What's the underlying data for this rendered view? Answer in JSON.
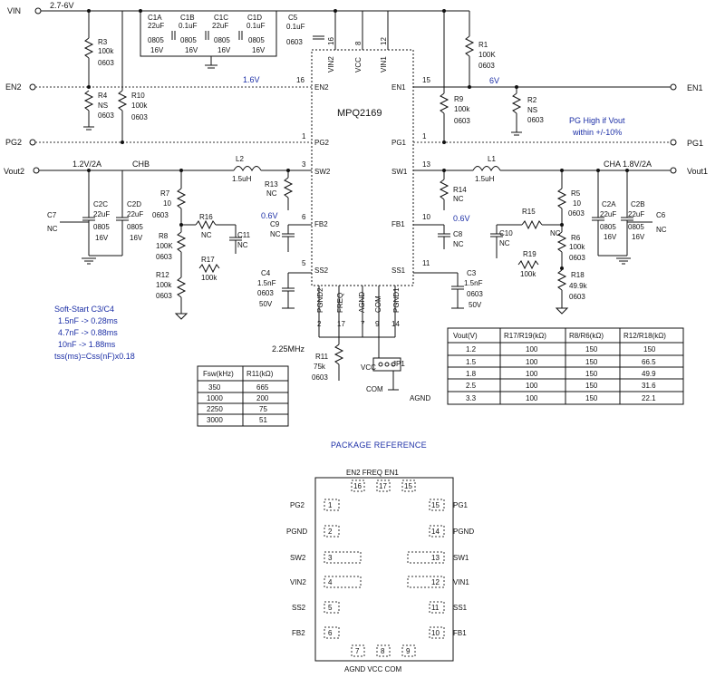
{
  "nets": {
    "vin": "VIN",
    "vin_range": "2.7-6V",
    "en2": "EN2",
    "pg2": "PG2",
    "vout2": "Vout2",
    "vout2_spec": "1.2V/2A",
    "chb": "CHB",
    "en1": "EN1",
    "pg1": "PG1",
    "vout1": "Vout1",
    "cha_spec": "CHA  1.8V/2A",
    "v16": "1.6V",
    "v6": "6V",
    "v06_left": "0.6V",
    "v06_right": "0.6V",
    "fsw": "2.25MHz"
  },
  "ic": {
    "name": "MPQ2169",
    "top_pins": [
      {
        "name": "VIN2",
        "num": "16"
      },
      {
        "name": "VCC",
        "num": "8"
      },
      {
        "name": "VIN1",
        "num": "12"
      }
    ],
    "left_pins": [
      {
        "name": "EN2",
        "num": "16"
      },
      {
        "name": "PG2",
        "num": "1"
      },
      {
        "name": "SW2",
        "num": "3"
      },
      {
        "name": "FB2",
        "num": "6"
      },
      {
        "name": "SS2",
        "num": "5"
      }
    ],
    "right_pins": [
      {
        "name": "EN1",
        "num": "15"
      },
      {
        "name": "PG1",
        "num": "1"
      },
      {
        "name": "SW1",
        "num": "13"
      },
      {
        "name": "FB1",
        "num": "10"
      }
    ],
    "right_ss": {
      "name": "SS1",
      "num": "11"
    },
    "bottom_pins": [
      {
        "name": "PGND2",
        "num": "2"
      },
      {
        "name": "FREQ",
        "num": "17"
      },
      {
        "name": "AGND",
        "num": "7"
      },
      {
        "name": "COM",
        "num": "9"
      },
      {
        "name": "PGND1",
        "num": "14"
      }
    ]
  },
  "components": {
    "c1a": [
      "C1A",
      "22uF",
      "0805",
      "16V"
    ],
    "c1b": [
      "C1B",
      "0.1uF",
      "0805",
      "16V"
    ],
    "c1c": [
      "C1C",
      "22uF",
      "0805",
      "16V"
    ],
    "c1d": [
      "C1D",
      "0.1uF",
      "0805",
      "16V"
    ],
    "c5": [
      "C5",
      "0.1uF",
      "0603"
    ],
    "r1": [
      "R1",
      "100K",
      "0603"
    ],
    "r3": [
      "R3",
      "100k",
      "0603"
    ],
    "r4": [
      "R4",
      "NS",
      "0603"
    ],
    "r10": [
      "R10",
      "100k",
      "0603"
    ],
    "r9": [
      "R9",
      "100k",
      "0603"
    ],
    "r2": [
      "R2",
      "NS",
      "0603"
    ],
    "l2": [
      "L2",
      "1.5uH"
    ],
    "l1": [
      "L1",
      "1.5uH"
    ],
    "r13": [
      "R13",
      "NC"
    ],
    "r14": [
      "R14",
      "NC"
    ],
    "c7": [
      "C7",
      "NC"
    ],
    "c2c": [
      "C2C",
      "22uF",
      "0805",
      "16V"
    ],
    "c2d": [
      "C2D",
      "22uF",
      "0805",
      "16V"
    ],
    "r7": [
      "R7",
      "10",
      "0603"
    ],
    "r16": [
      "R16",
      "NC"
    ],
    "c11": [
      "C11",
      "NC"
    ],
    "c9": [
      "C9",
      "NC"
    ],
    "r8": [
      "R8",
      "100K",
      "0603"
    ],
    "r17": [
      "R17",
      "100k"
    ],
    "r12": [
      "R12",
      "100k",
      "0603"
    ],
    "c4": [
      "C4",
      "1.5nF",
      "0603",
      "50V"
    ],
    "r5": [
      "R5",
      "10",
      "0603"
    ],
    "c2a": [
      "C2A",
      "22uF",
      "0805",
      "16V"
    ],
    "c2b": [
      "C2B",
      "22uF",
      "0805",
      "16V"
    ],
    "c6": [
      "C6",
      "NC"
    ],
    "r15": [
      "R15",
      "NC"
    ],
    "c10": [
      "C10",
      "NC"
    ],
    "c8": [
      "C8",
      "NC"
    ],
    "r19": [
      "R19",
      "100k"
    ],
    "r6": [
      "R6",
      "100k",
      "0603"
    ],
    "r18": [
      "R18",
      "49.9k",
      "0603"
    ],
    "c3": [
      "C3",
      "1.5nF",
      "0603",
      "50V"
    ],
    "r11": [
      "R11",
      "75k",
      "0603"
    ],
    "jp1": [
      "JP1",
      "VCC",
      "COM",
      "AGND"
    ]
  },
  "notes": {
    "pg_note": [
      "PG High if Vout",
      "within +/-10%"
    ],
    "softstart": [
      "Soft-Start C3/C4",
      "1.5nF -> 0.28ms",
      "4.7nF -> 0.88ms",
      "10nF -> 1.88ms",
      "tss(ms)=Css(nF)x0.18"
    ]
  },
  "freq_table": {
    "headers": [
      "Fsw(kHz)",
      "R11(kΩ)"
    ],
    "rows": [
      [
        "350",
        "665"
      ],
      [
        "1000",
        "200"
      ],
      [
        "2250",
        "75"
      ],
      [
        "3000",
        "51"
      ]
    ]
  },
  "vout_table": {
    "headers": [
      "Vout(V)",
      "R17/R19(kΩ)",
      "R8/R6(kΩ)",
      "R12/R18(kΩ)"
    ],
    "rows": [
      [
        "1.2",
        "100",
        "150",
        "150"
      ],
      [
        "1.5",
        "100",
        "150",
        "66.5"
      ],
      [
        "1.8",
        "100",
        "150",
        "49.9"
      ],
      [
        "2.5",
        "100",
        "150",
        "31.6"
      ],
      [
        "3.3",
        "100",
        "150",
        "22.1"
      ]
    ]
  },
  "package": {
    "title": "PACKAGE REFERENCE",
    "top_label": "EN2 FREQ EN1",
    "bottom_label": "AGND VCC COM",
    "top_pins": [
      "16",
      "17",
      "15"
    ],
    "bottom_pins": [
      "7",
      "8",
      "9"
    ],
    "left": [
      {
        "name": "PG2",
        "num": "1"
      },
      {
        "name": "PGND",
        "num": "2"
      },
      {
        "name": "SW2",
        "num": "3"
      },
      {
        "name": "VIN2",
        "num": "4"
      },
      {
        "name": "SS2",
        "num": "5"
      },
      {
        "name": "FB2",
        "num": "6"
      }
    ],
    "right": [
      {
        "name": "PG1",
        "num": "15"
      },
      {
        "name": "PGND",
        "num": "14"
      },
      {
        "name": "SW1",
        "num": "13"
      },
      {
        "name": "VIN1",
        "num": "12"
      },
      {
        "name": "SS1",
        "num": "11"
      },
      {
        "name": "FB1",
        "num": "10"
      }
    ]
  }
}
